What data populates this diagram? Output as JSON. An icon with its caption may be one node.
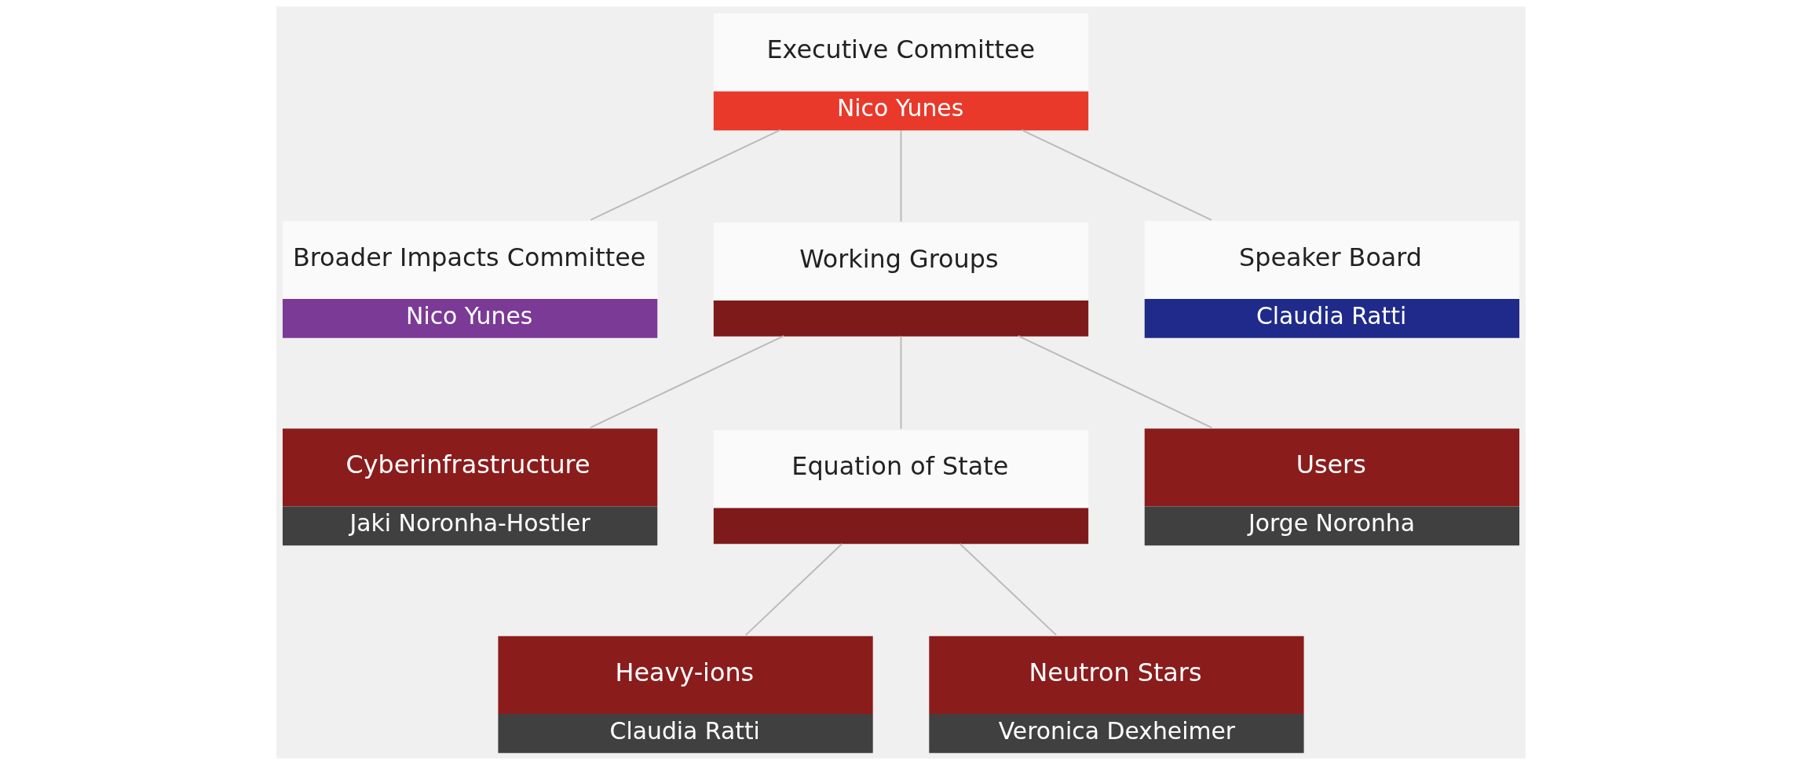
{
  "diagram": {
    "nodes": [
      {
        "text": [
          "Executive Committee",
          "Nico Yunes"
        ]
      },
      {
        "text": [
          "Broader Impacts Committee",
          "Nico Yunes"
        ]
      },
      {
        "text": [
          "Working Groups"
        ]
      },
      {
        "text": [
          "Speaker Board",
          "Claudia Ratti"
        ]
      },
      {
        "text": [
          "Cyberinfrastructure",
          "Jaki Noronha-Hostler"
        ]
      },
      {
        "text": [
          "Equation of State"
        ]
      },
      {
        "text": [
          "Users",
          "Jorge Noronha"
        ]
      },
      {
        "text": [
          "Heavy-ions",
          "Claudia Ratti"
        ]
      },
      {
        "text": [
          "Neutron Stars",
          "Veronica Dexheimer"
        ]
      }
    ],
    "edges": [
      {
        "from": 0,
        "to": 1,
        "arrow": "none"
      },
      {
        "from": 0,
        "to": 2,
        "arrow": "none"
      },
      {
        "from": 0,
        "to": 3,
        "arrow": "none"
      },
      {
        "from": 2,
        "to": 4,
        "arrow": "none"
      },
      {
        "from": 2,
        "to": 5,
        "arrow": "none"
      },
      {
        "from": 2,
        "to": 6,
        "arrow": "none"
      },
      {
        "from": 5,
        "to": 7,
        "arrow": "none"
      },
      {
        "from": 5,
        "to": 8,
        "arrow": "none"
      }
    ]
  }
}
